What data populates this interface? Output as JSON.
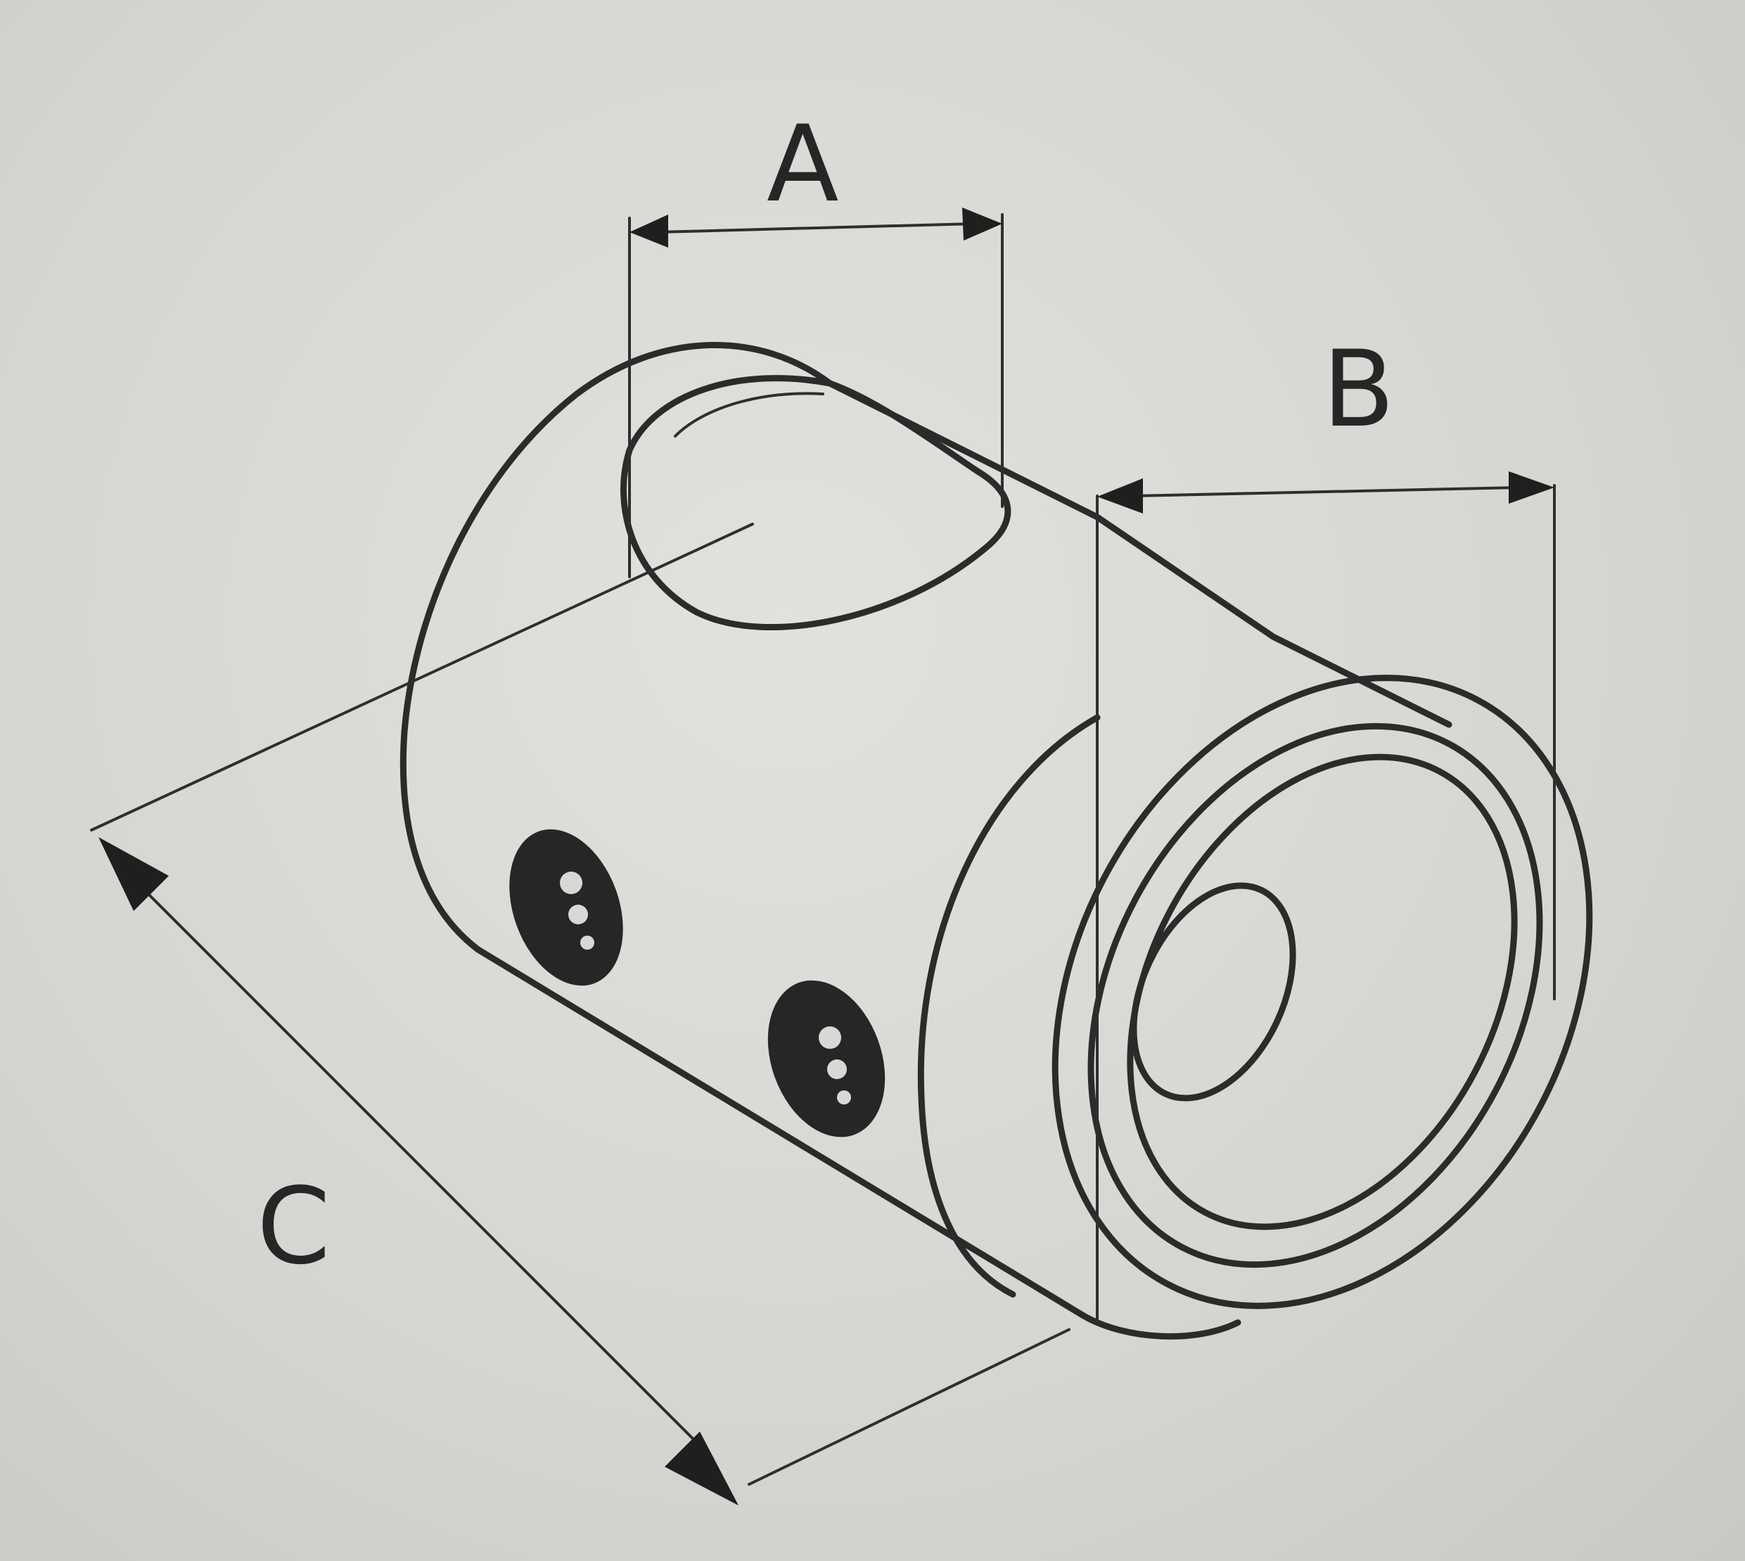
{
  "diagram": {
    "labels": {
      "a": "A",
      "b": "B",
      "c": "C"
    },
    "colors": {
      "background": "#d9d8d4",
      "ink": "#2b2b2b"
    }
  }
}
